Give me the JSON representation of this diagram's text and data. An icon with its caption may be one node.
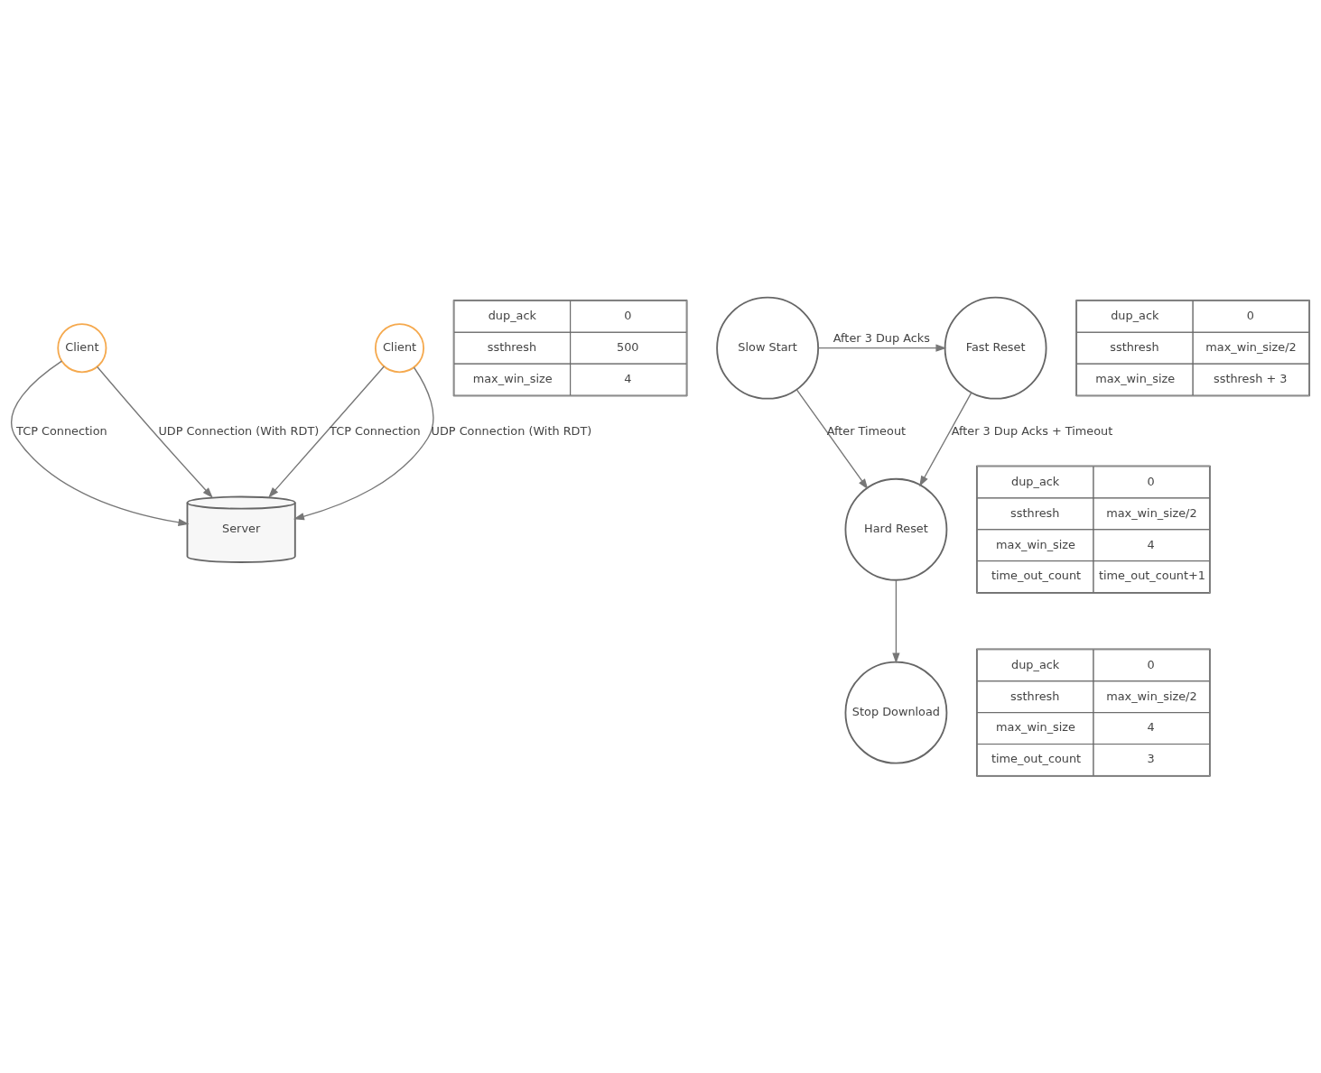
{
  "diagram": {
    "nodes": [
      {
        "text": [
          "Server"
        ]
      },
      {
        "text": [
          "Client"
        ]
      },
      {
        "text": [
          "Client"
        ]
      },
      {
        "text": [
          "dup_ack",
          "0",
          "ssthresh",
          "500",
          "max_win_size",
          "4"
        ]
      },
      {
        "text": [
          "Slow Start"
        ]
      },
      {
        "text": [
          "Fast Reset"
        ]
      },
      {
        "text": [
          "dup_ack",
          "0",
          "ssthresh",
          "max_win_size/2",
          "max_win_size",
          "ssthresh + 3"
        ]
      },
      {
        "text": [
          "Hard Reset"
        ]
      },
      {
        "text": [
          "dup_ack",
          "0",
          "ssthresh",
          "max_win_size/2",
          "max_win_size",
          "4",
          "time_out_count",
          "time_out_count+1"
        ]
      },
      {
        "text": [
          "Stop Download"
        ]
      },
      {
        "text": [
          "dup_ack",
          "0",
          "ssthresh",
          "max_win_size/2",
          "max_win_size",
          "4",
          "time_out_count",
          "3"
        ]
      }
    ],
    "edges": [
      {
        "from": 1,
        "to": 0,
        "arrow": "to",
        "label": "TCP Connection"
      },
      {
        "from": 1,
        "to": 0,
        "arrow": "to",
        "label": "UDP Connection (With RDT)"
      },
      {
        "from": 2,
        "to": 0,
        "arrow": "to",
        "label": "TCP Connection"
      },
      {
        "from": 2,
        "to": 0,
        "arrow": "to",
        "label": "UDP Connection (With RDT)"
      },
      {
        "from": 4,
        "to": 5,
        "arrow": "to",
        "label": "After 3 Dup Acks"
      },
      {
        "from": 4,
        "to": 7,
        "arrow": "to",
        "label": "After Timeout"
      },
      {
        "from": 5,
        "to": 7,
        "arrow": "to",
        "label": "After 3 Dup Acks + Timeout"
      },
      {
        "from": 7,
        "to": 9,
        "arrow": "to"
      }
    ]
  }
}
